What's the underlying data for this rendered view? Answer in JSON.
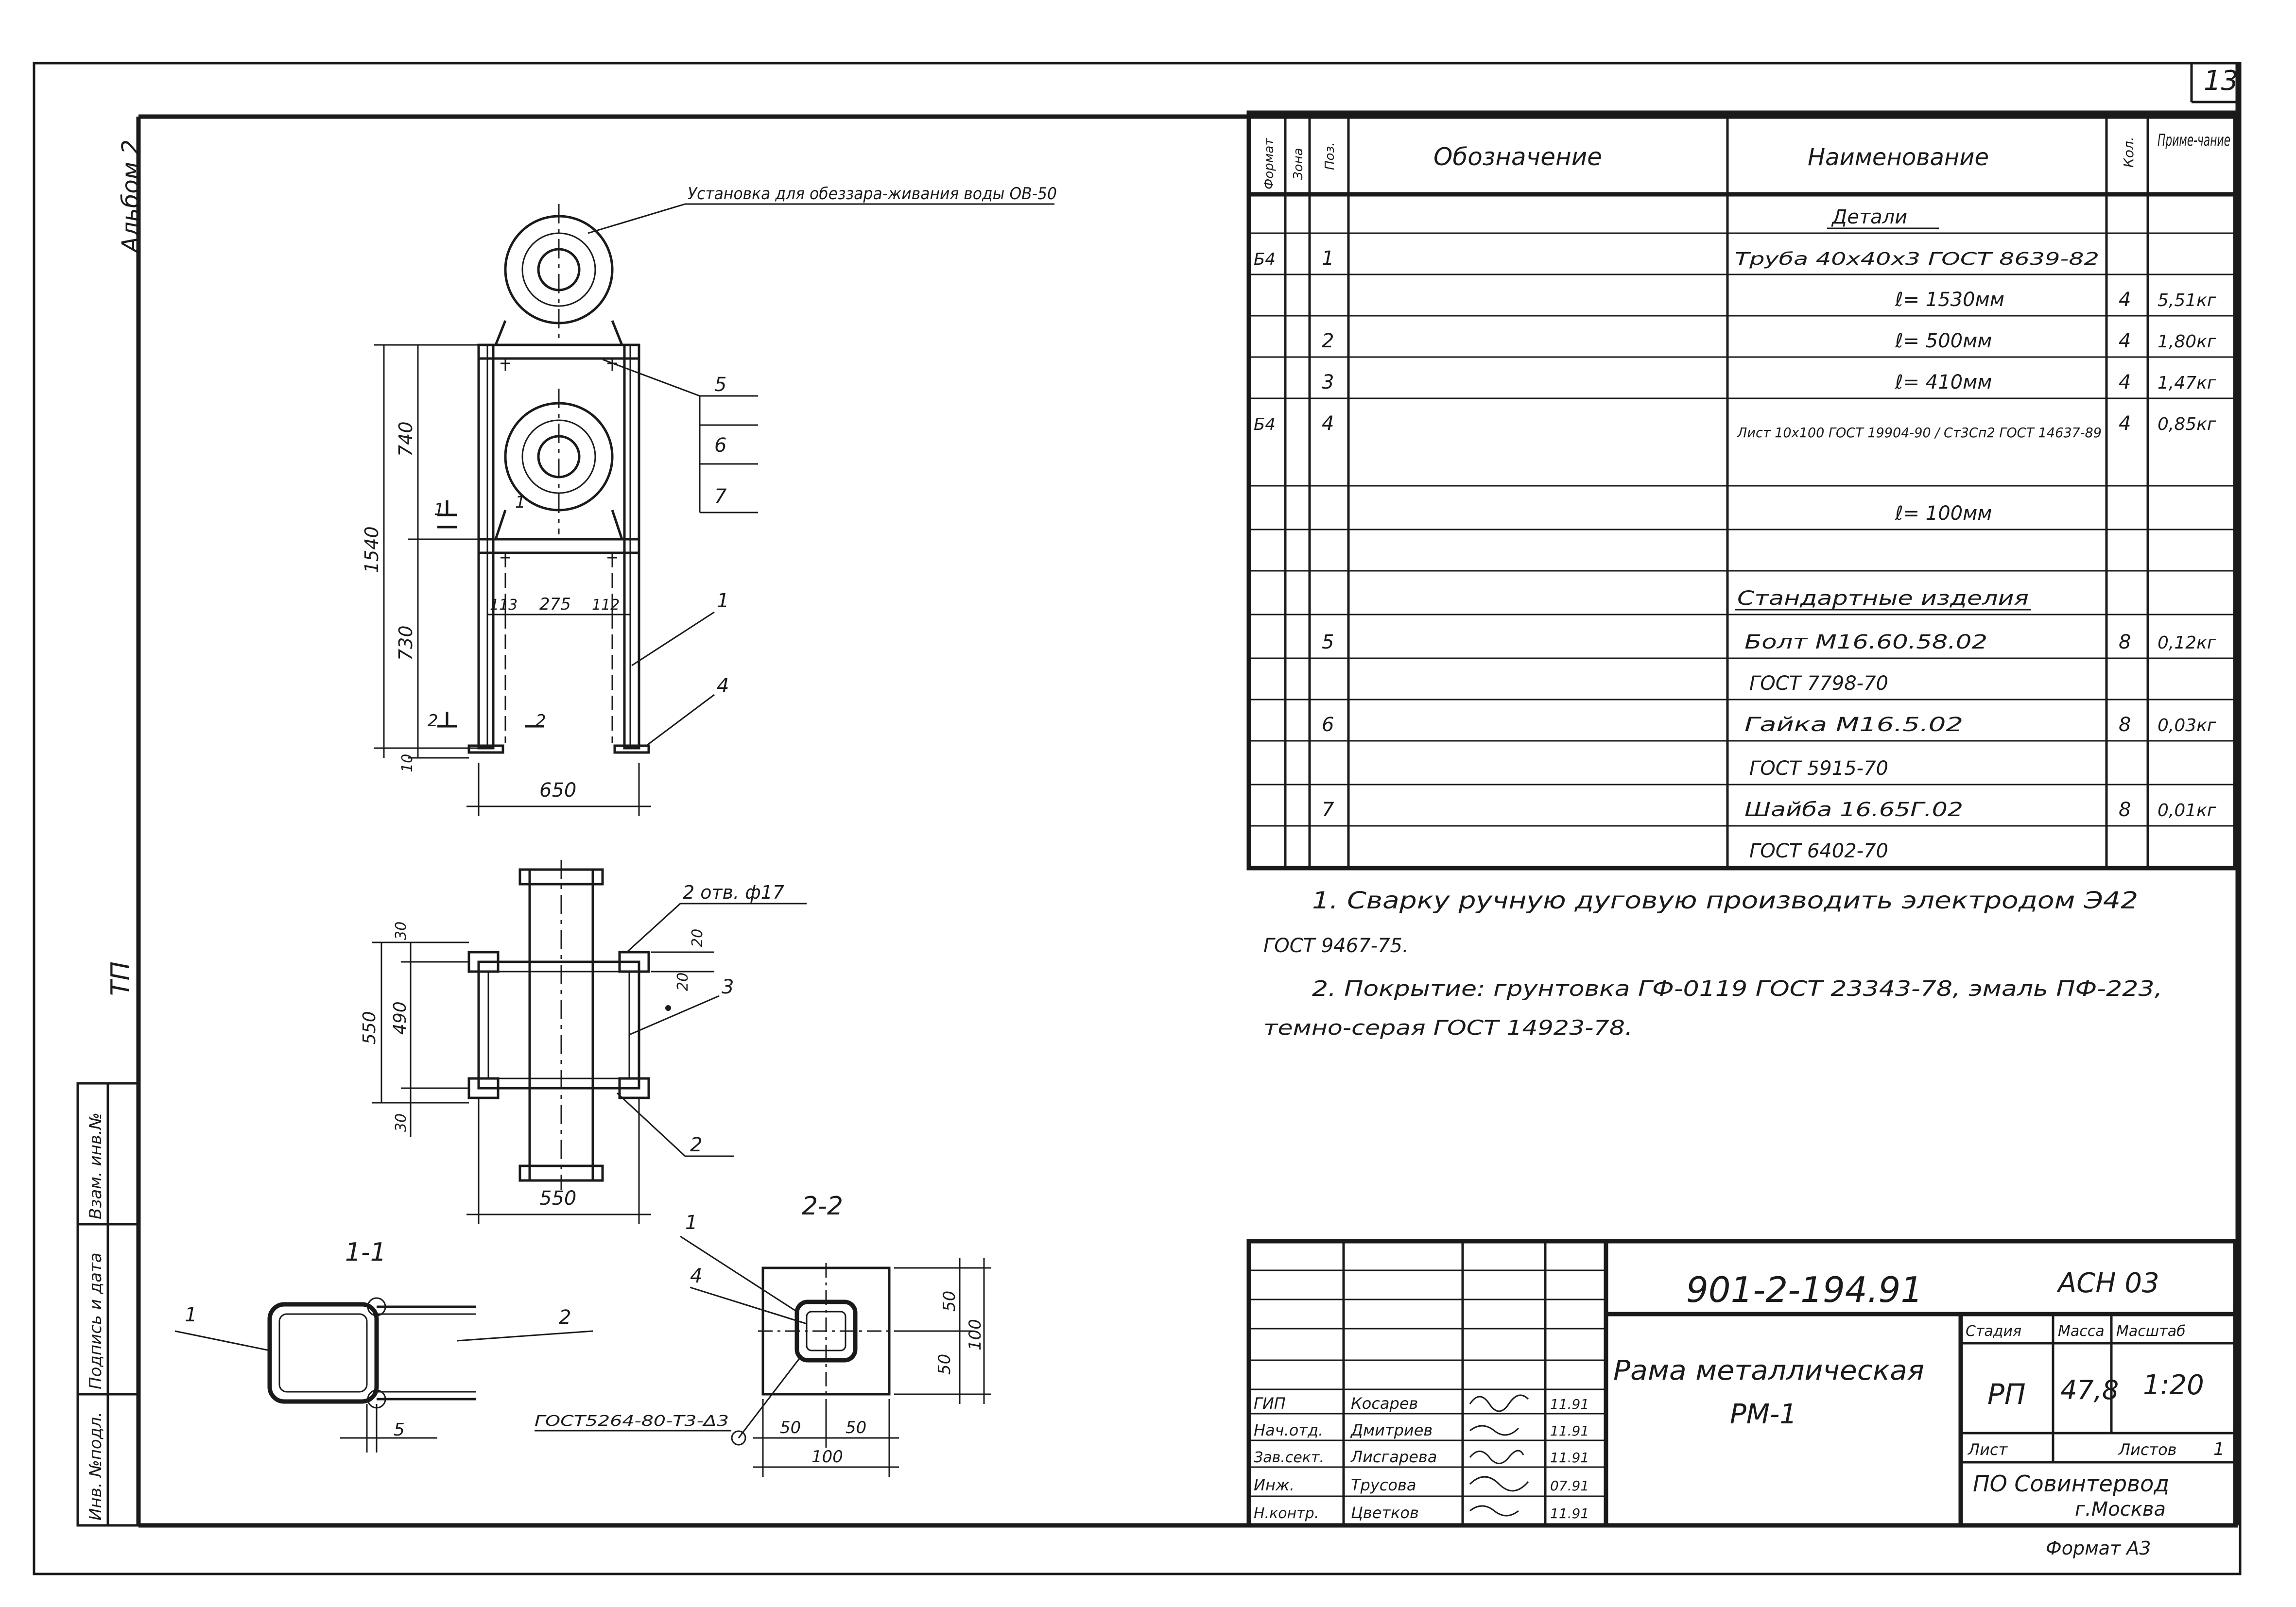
{
  "page_number": "13",
  "album_label": "Альбом 2",
  "tp_label": "ТП",
  "left_margin_stamp": [
    "Инв. №подл.",
    "Подпись и дата",
    "Взам. инв.№"
  ],
  "drawing": {
    "callout_unit": "Установка для обеззара-живания воды ОВ-50",
    "front_view": {
      "dims": {
        "total_height": "1540",
        "upper_height": "740",
        "lower_height": "730",
        "base": "10",
        "width": "650",
        "inner_left": "113",
        "inner_mid": "275",
        "inner_right": "112"
      },
      "positions": [
        "5",
        "6",
        "7",
        "1",
        "4"
      ],
      "section_marks": [
        "1",
        "1",
        "2",
        "2"
      ]
    },
    "plan_view": {
      "hole_note": "2 отв. ф17",
      "dims": {
        "overall": "550",
        "inner": "490",
        "top": "30",
        "bottom": "30",
        "width": "550",
        "gap_a": "20",
        "gap_b": "20"
      },
      "positions": [
        "3",
        "2"
      ]
    },
    "section_1_1": {
      "title": "1-1",
      "positions": [
        "1",
        "2"
      ],
      "dim": "5"
    },
    "section_2_2": {
      "title": "2-2",
      "positions": [
        "1",
        "4"
      ],
      "dims": {
        "h_a": "50",
        "h_b": "100",
        "v_a": "50",
        "w_a": "50",
        "w_b": "50",
        "w_total": "100"
      },
      "weld_note": "ГОСТ5264-80-Т3-Δ3"
    }
  },
  "spec_table": {
    "headers": {
      "format": "Формат",
      "zone": "Зона",
      "pos": "Поз.",
      "designation": "Обозначение",
      "name": "Наименование",
      "qty": "Кол.",
      "note": "Приме-чание"
    },
    "rows": [
      {
        "format": "",
        "pos": "",
        "name": "Детали",
        "qty": "",
        "note": ""
      },
      {
        "format": "Б4",
        "pos": "1",
        "name": "Труба 40x40x3 ГОСТ 8639-82",
        "qty": "",
        "note": ""
      },
      {
        "format": "",
        "pos": "",
        "name": "ℓ= 1530мм",
        "qty": "4",
        "note": "5,51кг"
      },
      {
        "format": "",
        "pos": "2",
        "name": "ℓ= 500мм",
        "qty": "4",
        "note": "1,80кг"
      },
      {
        "format": "",
        "pos": "3",
        "name": "ℓ= 410мм",
        "qty": "4",
        "note": "1,47кг"
      },
      {
        "format": "Б4",
        "pos": "4",
        "name": "Лист 10x100 ГОСТ 19904-90 / Ст3Сп2 ГОСТ 14637-89",
        "qty": "4",
        "note": "0,85кг"
      },
      {
        "format": "",
        "pos": "",
        "name": "ℓ= 100мм",
        "qty": "",
        "note": ""
      },
      {
        "format": "",
        "pos": "",
        "name": "",
        "qty": "",
        "note": ""
      },
      {
        "format": "",
        "pos": "",
        "name": "Стандартные изделия",
        "qty": "",
        "note": ""
      },
      {
        "format": "",
        "pos": "5",
        "name": "Болт М16.60.58.02",
        "qty": "8",
        "note": "0,12кг"
      },
      {
        "format": "",
        "pos": "",
        "name": "ГОСТ 7798-70",
        "qty": "",
        "note": ""
      },
      {
        "format": "",
        "pos": "6",
        "name": "Гайка М16.5.02",
        "qty": "8",
        "note": "0,03кг"
      },
      {
        "format": "",
        "pos": "",
        "name": "ГОСТ 5915-70",
        "qty": "",
        "note": ""
      },
      {
        "format": "",
        "pos": "7",
        "name": "Шайба 16.65Г.02",
        "qty": "8",
        "note": "0,01кг"
      },
      {
        "format": "",
        "pos": "",
        "name": "ГОСТ 6402-70",
        "qty": "",
        "note": ""
      }
    ]
  },
  "notes": {
    "line1": "1. Сварку ручную дуговую производить электродом Э42",
    "line2": "ГОСТ 9467-75.",
    "line3": "2. Покрытие: грунтовка ГФ-0119 ГОСТ 23343-78, эмаль ПФ-223,",
    "line4": "темно-серая ГОСТ 14923-78."
  },
  "title_block": {
    "doc_code": "901-2-194.91",
    "section_code": "АСН 03",
    "title_line1": "Рама металлическая",
    "title_line2": "РМ-1",
    "stage_label": "Стадия",
    "mass_label": "Масса",
    "scale_label": "Масштаб",
    "stage": "РП",
    "mass": "47,8",
    "scale": "1:20",
    "sheet_label": "Лист",
    "sheets_label": "Листов",
    "sheets": "1",
    "org_line1": "ПО Совинтервод",
    "org_line2": "г.Москва",
    "people": [
      {
        "role": "ГИП",
        "name": "Косарев",
        "date": "11.91"
      },
      {
        "role": "Нач.отд.",
        "name": "Дмитриев",
        "date": "11.91"
      },
      {
        "role": "Зав.сект.",
        "name": "Лисгарева",
        "date": "11.91"
      },
      {
        "role": "Инж.",
        "name": "Трусова",
        "date": "07.91"
      },
      {
        "role": "Н.контр.",
        "name": "Цветков",
        "date": "11.91"
      }
    ]
  },
  "format_label": "Формат А3"
}
